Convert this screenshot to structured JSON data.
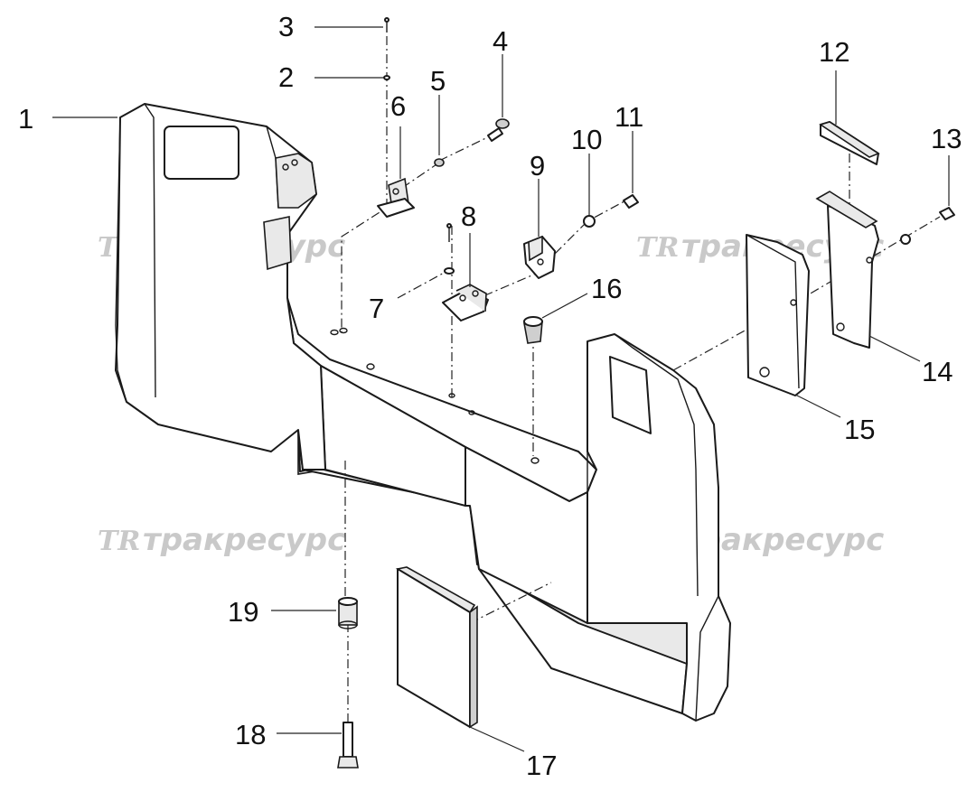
{
  "watermark": {
    "logo": "TR",
    "text": "тракресурс"
  },
  "parts": [
    {
      "id": "1",
      "label": "1"
    },
    {
      "id": "2",
      "label": "2"
    },
    {
      "id": "3",
      "label": "3"
    },
    {
      "id": "4",
      "label": "4"
    },
    {
      "id": "5",
      "label": "5"
    },
    {
      "id": "6",
      "label": "6"
    },
    {
      "id": "7",
      "label": "7"
    },
    {
      "id": "8",
      "label": "8"
    },
    {
      "id": "9",
      "label": "9"
    },
    {
      "id": "10",
      "label": "10"
    },
    {
      "id": "11",
      "label": "11"
    },
    {
      "id": "12",
      "label": "12"
    },
    {
      "id": "13",
      "label": "13"
    },
    {
      "id": "14",
      "label": "14"
    },
    {
      "id": "15",
      "label": "15"
    },
    {
      "id": "16",
      "label": "16"
    },
    {
      "id": "17",
      "label": "17"
    },
    {
      "id": "18",
      "label": "18"
    },
    {
      "id": "19",
      "label": "19"
    }
  ]
}
